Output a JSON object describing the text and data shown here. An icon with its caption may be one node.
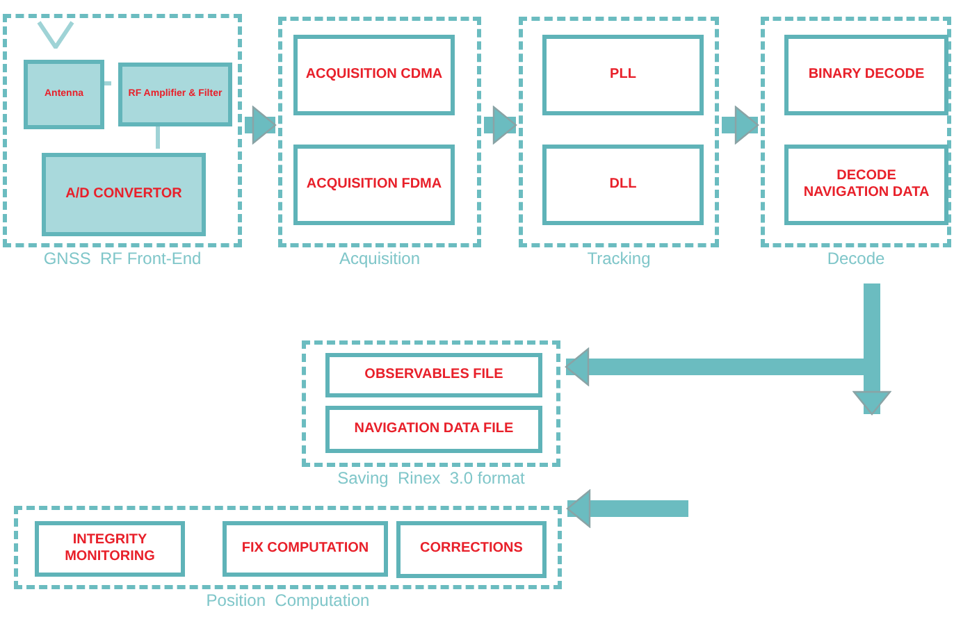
{
  "diagram": {
    "nodes": [
      {
        "text": [
          "GNSS  RF Front-End"
        ]
      },
      {
        "text": [
          "Antenna"
        ],
        "in": 0
      },
      {
        "text": [
          "RF Amplifier & Filter"
        ],
        "in": 0
      },
      {
        "text": [
          "A/D CONVERTOR"
        ],
        "in": 0
      },
      {
        "text": [
          "Acquisition"
        ]
      },
      {
        "text": [
          "ACQUISITION CDMA"
        ],
        "in": 4
      },
      {
        "text": [
          "ACQUISITION FDMA"
        ],
        "in": 4
      },
      {
        "text": [
          "Tracking"
        ]
      },
      {
        "text": [
          "PLL"
        ],
        "in": 7
      },
      {
        "text": [
          "DLL"
        ],
        "in": 7
      },
      {
        "text": [
          "Decode"
        ]
      },
      {
        "text": [
          "BINARY DECODE"
        ],
        "in": 10
      },
      {
        "text": [
          "DECODE NAVIGATION DATA"
        ],
        "in": 10
      },
      {
        "text": [
          "Saving  Rinex  3.0 format"
        ]
      },
      {
        "text": [
          "OBSERVABLES FILE"
        ],
        "in": 13
      },
      {
        "text": [
          "NAVIGATION DATA FILE"
        ],
        "in": 13
      },
      {
        "text": [
          "Position  Computation"
        ]
      },
      {
        "text": [
          "INTEGRITY MONITORING"
        ],
        "in": 16
      },
      {
        "text": [
          "FIX COMPUTATION"
        ],
        "in": 16
      },
      {
        "text": [
          "CORRECTIONS"
        ],
        "in": 16
      }
    ],
    "edges": [
      {
        "from": 1,
        "to": 2,
        "arrow": "none"
      },
      {
        "from": 2,
        "to": 3,
        "arrow": "none"
      },
      {
        "from": 0,
        "to": 4,
        "arrow": "to"
      },
      {
        "from": 4,
        "to": 7,
        "arrow": "to"
      },
      {
        "from": 7,
        "to": 10,
        "arrow": "to"
      },
      {
        "from": 10,
        "to": 13,
        "arrow": "to"
      },
      {
        "from": 10,
        "to": null,
        "arrow": "to"
      },
      {
        "from": null,
        "to": 16,
        "arrow": "to"
      }
    ]
  }
}
